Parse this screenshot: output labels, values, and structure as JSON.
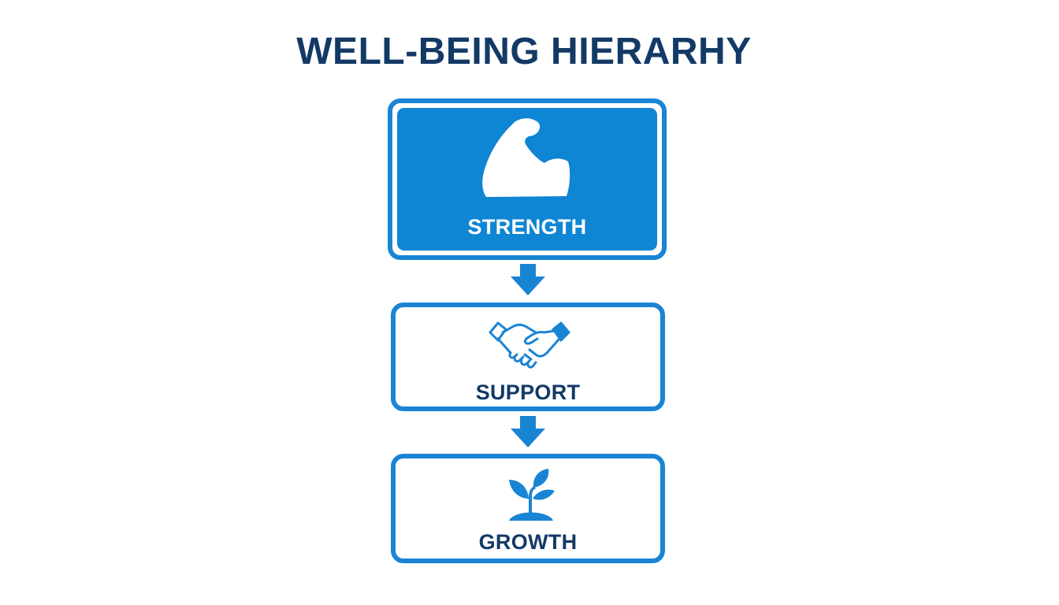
{
  "diagram": {
    "title": "WELL-BEING HIERARHY",
    "levels": [
      {
        "label": "STRENGTH",
        "icon": "flexed-arm-icon"
      },
      {
        "label": "SUPPORT",
        "icon": "handshake-icon"
      },
      {
        "label": "GROWTH",
        "icon": "sprout-icon"
      }
    ],
    "colors": {
      "primary": "#0e86d4",
      "border": "#1a84d4",
      "text_dark": "#133a66",
      "background": "#ffffff"
    }
  }
}
